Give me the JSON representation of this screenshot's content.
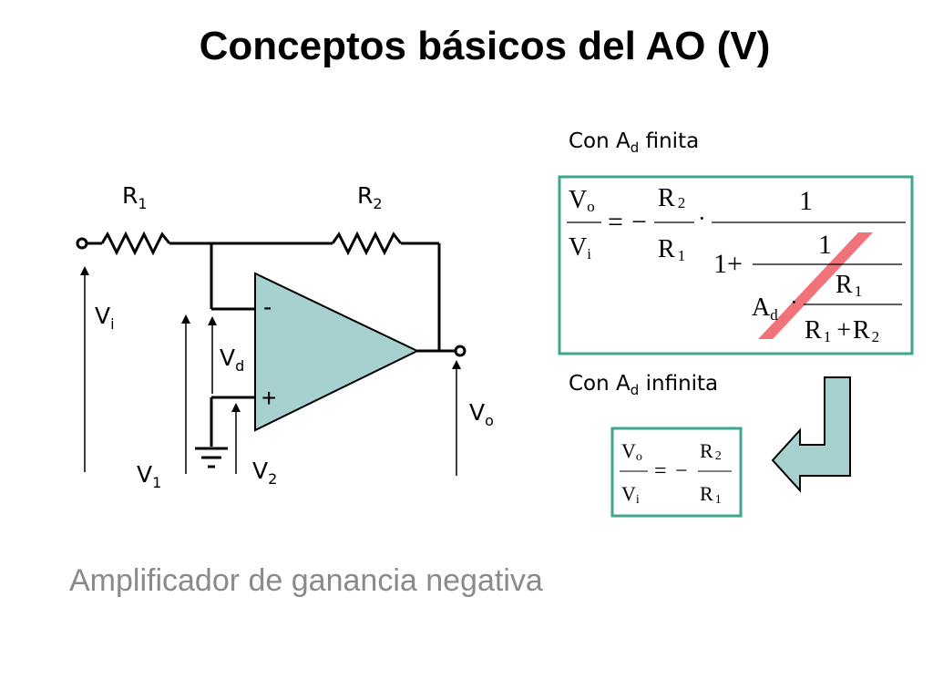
{
  "slide": {
    "title": "Conceptos básicos del AO (V)",
    "subtitle": "Amplificador de ganancia negativa"
  },
  "captions": {
    "finite": {
      "text": "Con A",
      "sub": "d",
      "rest": " finita"
    },
    "infinite": {
      "text": "Con A",
      "sub": "d",
      "rest": " infinita"
    }
  },
  "circuit": {
    "r1": {
      "main": "R",
      "sub": "1"
    },
    "r2": {
      "main": "R",
      "sub": "2"
    },
    "vi": {
      "main": "V",
      "sub": "i"
    },
    "vd": {
      "main": "V",
      "sub": "d"
    },
    "v1": {
      "main": "V",
      "sub": "1"
    },
    "v2": {
      "main": "V",
      "sub": "2"
    },
    "vo": {
      "main": "V",
      "sub": "o"
    },
    "minus_sign": "-",
    "plus_sign": "+"
  },
  "formula_finite": {
    "lhs_num": "V",
    "lhs_num_sub": "o",
    "lhs_den": "V",
    "lhs_den_sub": "i",
    "equals": "=",
    "minus": "−",
    "r_num": "R",
    "r_num_sub": "2",
    "r_den": "R",
    "r_den_sub": "1",
    "dot": "·",
    "one_top": "1",
    "one_inner": "1",
    "one_plus": "1+",
    "ad": "A",
    "ad_sub": "d",
    "dot2": "·",
    "fb_num": "R",
    "fb_num_sub": "1",
    "fb_den_a": "R",
    "fb_den_a_sub": "1",
    "plus": "+",
    "fb_den_b": "R",
    "fb_den_b_sub": "2"
  },
  "formula_infinite": {
    "lhs_num": "V",
    "lhs_num_sub": "o",
    "lhs_den": "V",
    "lhs_den_sub": "i",
    "equals": "=",
    "minus": "−",
    "r_num": "R",
    "r_num_sub": "2",
    "r_den": "R",
    "r_den_sub": "1"
  },
  "colors": {
    "opamp_fill": "#a6d1cf",
    "box_border": "#3ea68c",
    "strike": "#f0646b",
    "arrow_fill": "#a6d1cf",
    "subtitle": "#8a8a8a"
  }
}
